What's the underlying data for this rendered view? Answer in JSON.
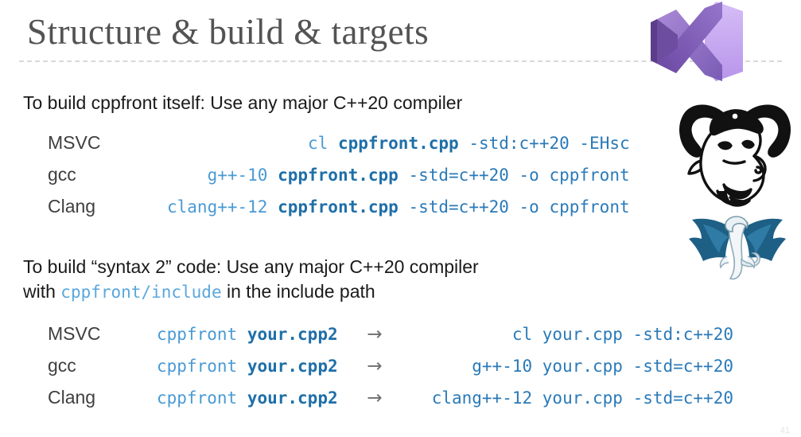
{
  "slide": {
    "title": "Structure & build & targets",
    "page_number": "41"
  },
  "section1": {
    "heading": "To build cppfront itself: Use any major C++20 compiler",
    "rows": [
      {
        "label": "MSVC",
        "tool": "cl",
        "file": "cppfront.cpp",
        "flags": "-std:c++20 -EHsc"
      },
      {
        "label": "gcc",
        "tool": "g++-10",
        "file": "cppfront.cpp",
        "flags": "-std=c++20 -o cppfront"
      },
      {
        "label": "Clang",
        "tool": "clang++-12",
        "file": "cppfront.cpp",
        "flags": "-std=c++20 -o cppfront"
      }
    ]
  },
  "section2": {
    "heading_line1": "To build “syntax 2” code: Use any major C++20 compiler",
    "heading_line2_prefix": "with ",
    "heading_line2_code": "cppfront/include",
    "heading_line2_suffix": " in the include path",
    "arrow": "→",
    "rows": [
      {
        "label": "MSVC",
        "tool": "cppfront",
        "file": "your.cpp2",
        "result": "cl your.cpp -std:c++20"
      },
      {
        "label": "gcc",
        "tool": "cppfront",
        "file": "your.cpp2",
        "result": "g++-10 your.cpp -std=c++20"
      },
      {
        "label": "Clang",
        "tool": "cppfront",
        "file": "your.cpp2",
        "result": "clang++-12 your.cpp -std=c++20"
      }
    ]
  },
  "logos": {
    "visual_studio": "visual-studio-logo",
    "gnu": "gnu-head-logo",
    "llvm": "llvm-dragon-logo"
  },
  "colors": {
    "title": "#535353",
    "body": "#1a1a1a",
    "code_light_blue": "#4a9ad4",
    "code_bold_blue": "#1f6fa8",
    "code_flags_blue": "#2a7ab8",
    "rule": "#d9d9d9",
    "vs_purple_light": "#c8a7ef",
    "vs_purple_dark": "#68459e",
    "llvm_blue": "#1b5f86"
  }
}
